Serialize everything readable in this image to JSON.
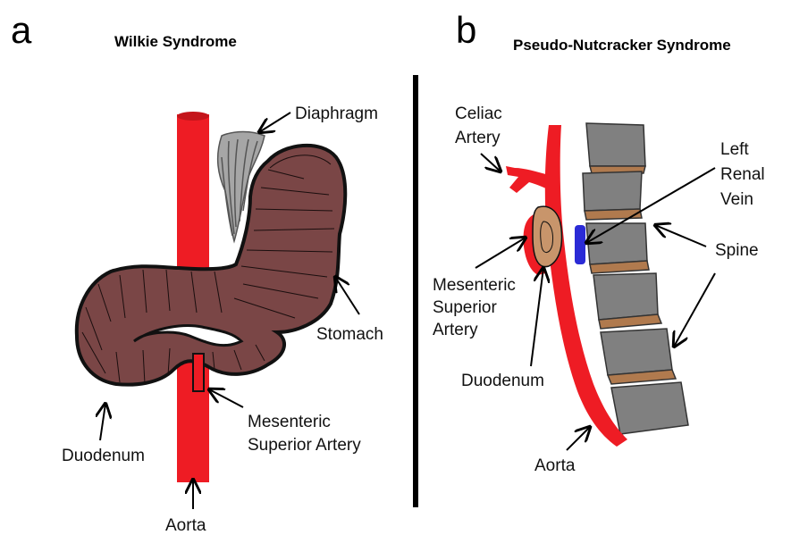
{
  "panels": {
    "a": {
      "letter": "a",
      "title": "Wilkie Syndrome",
      "labels": {
        "diaphragm": "Diaphragm",
        "stomach": "Stomach",
        "duodenum": "Duodenum",
        "sma_line1": "Mesenteric",
        "sma_line2": "Superior Artery",
        "aorta": "Aorta"
      }
    },
    "b": {
      "letter": "b",
      "title": "Pseudo-Nutcracker Syndrome",
      "labels": {
        "celiac_line1": "Celiac",
        "celiac_line2": "Artery",
        "lrv_line1": "Left",
        "lrv_line2": "Renal",
        "lrv_line3": "Vein",
        "spine": "Spine",
        "sma_line1": "Mesenteric",
        "sma_line2": "Superior",
        "sma_line3": "Artery",
        "duodenum": "Duodenum",
        "aorta": "Aorta"
      }
    }
  },
  "colors": {
    "artery": "#ee1c24",
    "stomach": "#7a4646",
    "outline": "#111111",
    "diaphragm": "#a6a6a6",
    "vertebra": "#808080",
    "disc": "#b07a4e",
    "vein": "#2b2bd6",
    "duodenum_b": "#c8956b"
  }
}
